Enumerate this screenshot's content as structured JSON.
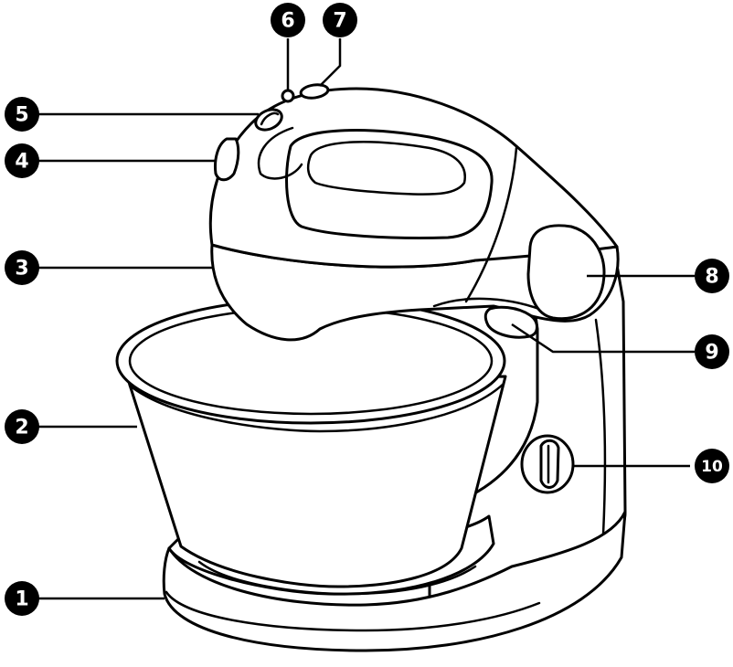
{
  "diagram": {
    "subject": "stand mixer",
    "callouts": [
      {
        "id": "1",
        "label": "1"
      },
      {
        "id": "2",
        "label": "2"
      },
      {
        "id": "3",
        "label": "3"
      },
      {
        "id": "4",
        "label": "4"
      },
      {
        "id": "5",
        "label": "5"
      },
      {
        "id": "6",
        "label": "6"
      },
      {
        "id": "7",
        "label": "7"
      },
      {
        "id": "8",
        "label": "8"
      },
      {
        "id": "9",
        "label": "9"
      },
      {
        "id": "10",
        "label": "10"
      }
    ]
  },
  "colors": {
    "outline": "#000000",
    "fill": "#ffffff",
    "badge": "#000000",
    "badge_text": "#ffffff"
  }
}
